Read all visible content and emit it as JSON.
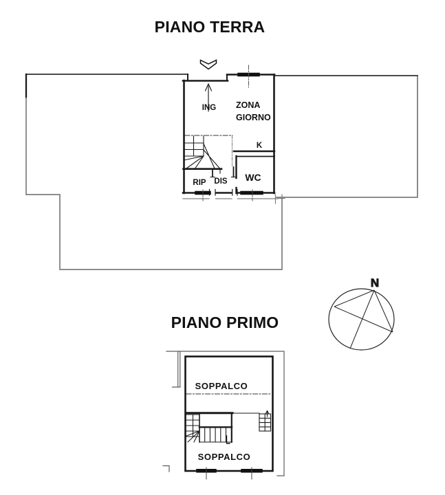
{
  "titles": {
    "ground_floor": "PIANO TERRA",
    "first_floor": "PIANO PRIMO"
  },
  "ground_floor": {
    "rooms": {
      "ing": "ING",
      "zona_giorno": {
        "line1": "ZONA",
        "line2": "GIORNO"
      },
      "k": "K",
      "wc": "WC",
      "rip": "RIP",
      "dis": "DIS"
    }
  },
  "first_floor": {
    "rooms": {
      "soppalco_upper": "SOPPALCO",
      "soppalco_lower": "SOPPALCO"
    }
  },
  "compass": {
    "north_label": "N"
  },
  "colors": {
    "wall": "#1a1a1a",
    "adjacent_outline": "#777777",
    "background": "#ffffff",
    "text": "#111111"
  }
}
